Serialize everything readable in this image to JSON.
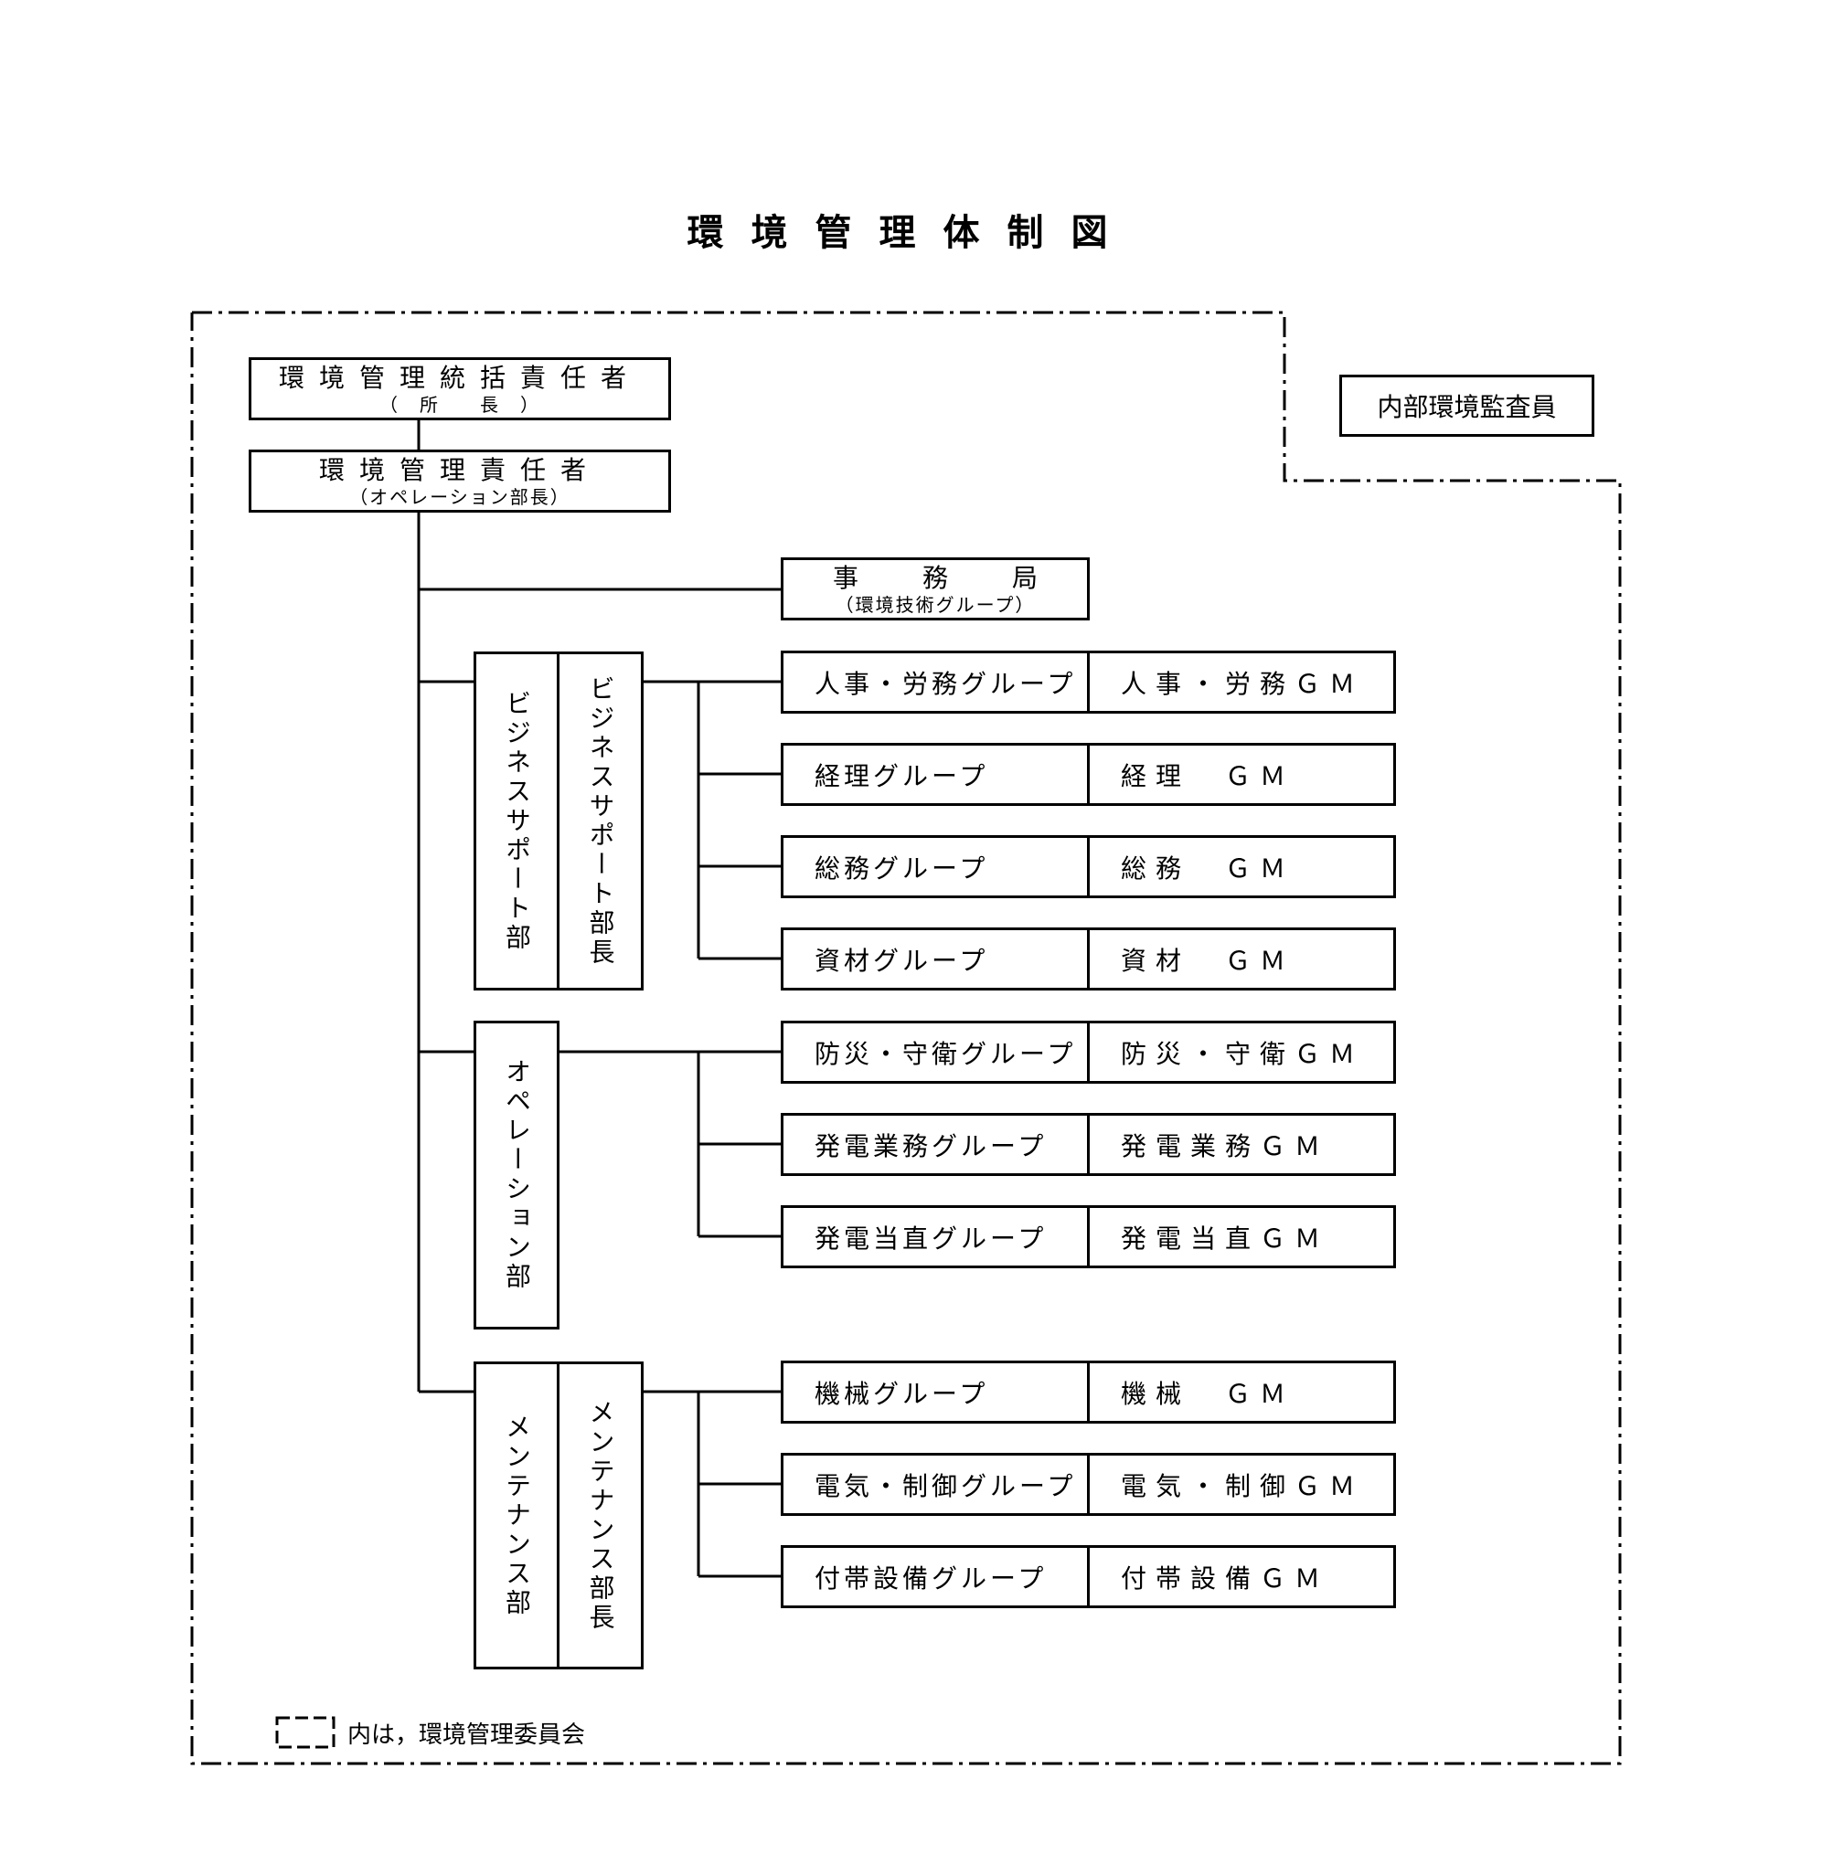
{
  "title": "環境管理体制図",
  "legend": "内は，環境管理委員会",
  "auditor": "内部環境監査員",
  "top_manager": {
    "name": "環境管理統括責任者",
    "sub": "（　所　　長　）"
  },
  "manager": {
    "name": "環境管理責任者",
    "sub": "（オペレーション部長）"
  },
  "secretariat": {
    "name": "事務局",
    "sub": "（環境技術グループ）"
  },
  "departments": [
    {
      "name": "ビジネスサポート部",
      "head": "ビジネスサポート部長",
      "groups": [
        {
          "group": "人事・労務グループ",
          "gm": "人事・労務ＧＭ"
        },
        {
          "group": "経理グループ",
          "gm": "経理　ＧＭ"
        },
        {
          "group": "総務グループ",
          "gm": "総務　ＧＭ"
        },
        {
          "group": "資材グループ",
          "gm": "資材　ＧＭ"
        }
      ]
    },
    {
      "name": "オペレーション部",
      "groups": [
        {
          "group": "防災・守衛グループ",
          "gm": "防災・守衛ＧＭ"
        },
        {
          "group": "発電業務グループ",
          "gm": "発電業務ＧＭ"
        },
        {
          "group": "発電当直グループ",
          "gm": "発電当直ＧＭ"
        }
      ]
    },
    {
      "name": "メンテナンス部",
      "head": "メンテナンス部長",
      "groups": [
        {
          "group": "機械グループ",
          "gm": "機械　ＧＭ"
        },
        {
          "group": "電気・制御グループ",
          "gm": "電気・制御ＧＭ"
        },
        {
          "group": "付帯設備グループ",
          "gm": "付帯設備ＧＭ"
        }
      ]
    }
  ]
}
